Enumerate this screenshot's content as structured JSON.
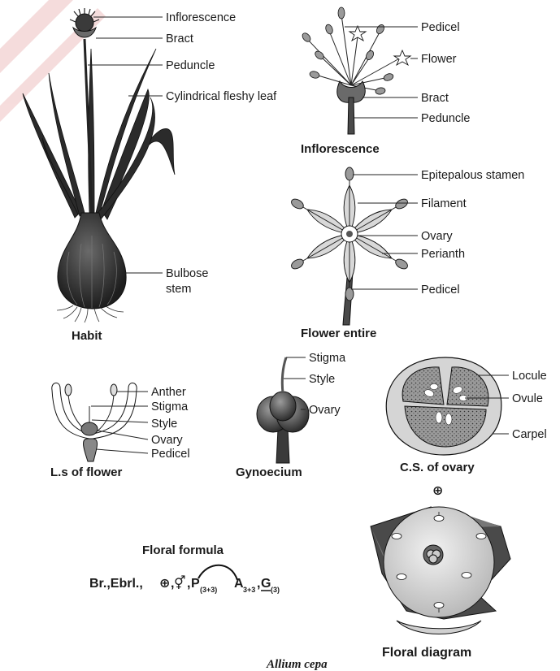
{
  "habit": {
    "labels": [
      "Inflorescence",
      "Bract",
      "Peduncle",
      "Cylindrical fleshy leaf",
      "Bulbose",
      "stem"
    ],
    "caption": "Habit"
  },
  "inflorescence": {
    "labels": [
      "Pedicel",
      "Flower",
      "Bract",
      "Peduncle"
    ],
    "caption": "Inflorescence"
  },
  "flower": {
    "labels": [
      "Epitepalous stamen",
      "Filament",
      "Ovary",
      "Perianth",
      "Pedicel"
    ],
    "caption": "Flower entire"
  },
  "ls": {
    "labels": [
      "Anther",
      "Stigma",
      "Style",
      "Ovary",
      "Pedicel"
    ],
    "caption": "L.s of flower"
  },
  "gyn": {
    "labels": [
      "Stigma",
      "Style",
      "Ovary"
    ],
    "caption": "Gynoecium"
  },
  "cs": {
    "labels": [
      "Locule",
      "Ovule",
      "Carpel"
    ],
    "caption": "C.S. of ovary"
  },
  "formula": {
    "title": "Floral formula",
    "prefix": "Br.,Ebrl.,",
    "actino": "⊕",
    "bisexual": "⚥",
    "p": "P",
    "p_sub": "(3+3)",
    "a": "A",
    "a_sub": "3+3",
    "g": "G",
    "g_sub": "(3)"
  },
  "diagram": {
    "symbol": "⊕",
    "caption": "Floral diagram"
  },
  "species": "Allium cepa",
  "colors": {
    "ink": "#1a1a1a",
    "dark_fill": "#4a4a4a",
    "mid_fill": "#8a8a8a",
    "light_fill": "#cfcfcf",
    "paper": "#ffffff"
  }
}
